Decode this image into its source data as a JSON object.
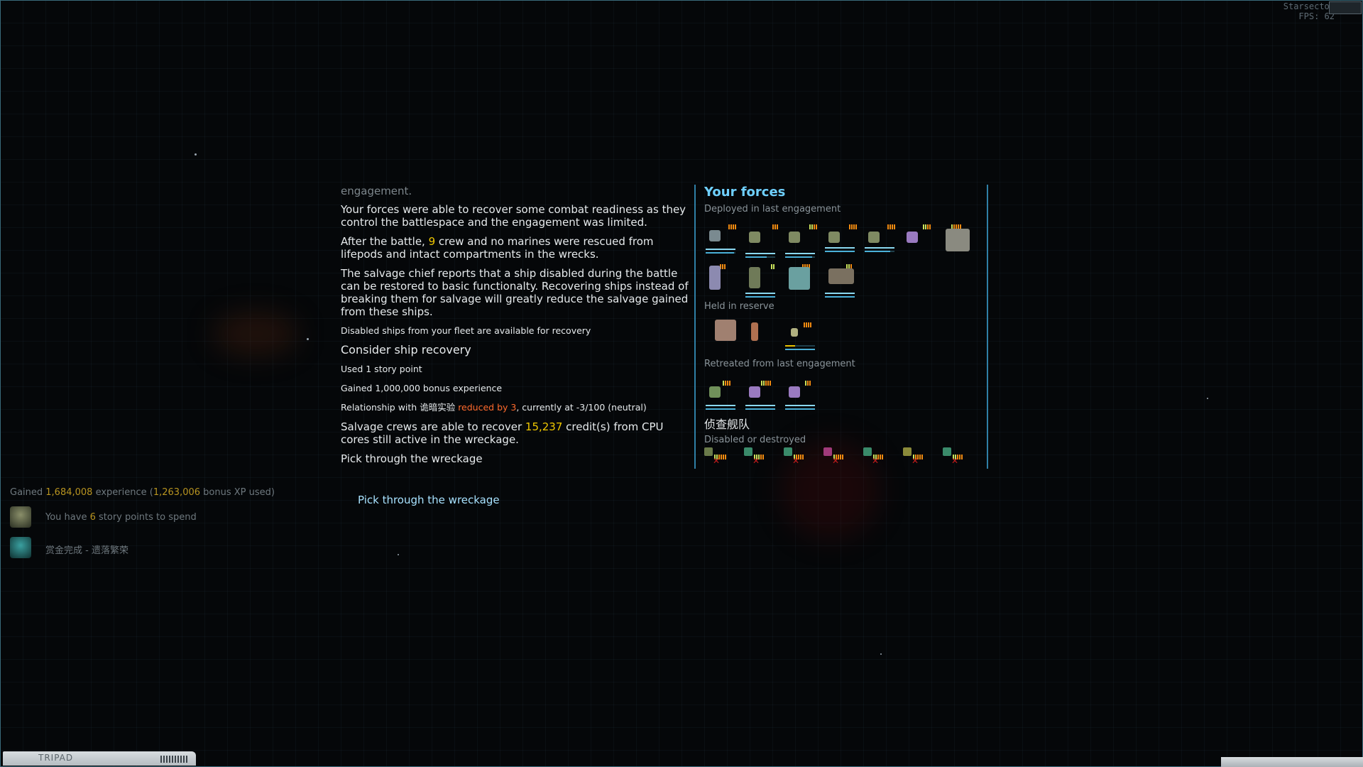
{
  "hud": {
    "line1": "Starsector",
    "line2": "FPS: 62"
  },
  "main": {
    "faded_top": "engagement.",
    "p1": "Your forces were able to recover some combat readiness as they control the battlespace and the engagement was limited.",
    "p2_a": "After the battle, ",
    "p2_num": "9",
    "p2_b": " crew and no marines were rescued from lifepods and intact compartments in the wrecks.",
    "p3": "The salvage chief reports that a ship disabled during the battle can be restored to basic functionalty. Recovering ships instead of breaking them for salvage will greatly reduce the salvage gained from these ships.",
    "disabled_note": "Disabled ships from your fleet are available for recovery",
    "option_recovery": "Consider ship recovery",
    "used_sp": "Used 1 story point",
    "gained_bonus": "Gained 1,000,000 bonus experience",
    "rel_a": "Relationship with 诡暗实验 ",
    "rel_b": "reduced by 3",
    "rel_c": ", currently at -3/100 (neutral)",
    "salvage_a": "Salvage crews are able to recover ",
    "salvage_num": "15,237",
    "salvage_b": " credit(s) from CPU cores still active in the wreckage.",
    "option_pick": "Pick through the wreckage",
    "option_pick2": "Pick through the wreckage"
  },
  "notifications": {
    "xp_a": "Gained ",
    "xp_num": "1,684,008",
    "xp_b": " experience (",
    "xp_bonus": "1,263,006",
    "xp_c": " bonus XP used)",
    "sp_a": "You have ",
    "sp_num": "6",
    "sp_b": " story points to spend",
    "bounty": "赏金完成 - 遗落繁荣"
  },
  "forces": {
    "title": "Your forces",
    "deployed": "Deployed in last engagement",
    "reserve": "Held in reserve",
    "retreated": "Retreated from last engagement",
    "enemy_fleet": "侦查舰队",
    "disabled": "Disabled or destroyed"
  },
  "bottom": {
    "label": "TRIPAD"
  },
  "colors": {
    "accent": "#6fd0ff",
    "highlight": "#f0c800",
    "warning": "#ff6a2c",
    "positive": "#9ee27a",
    "option": "#a8e2ff"
  }
}
